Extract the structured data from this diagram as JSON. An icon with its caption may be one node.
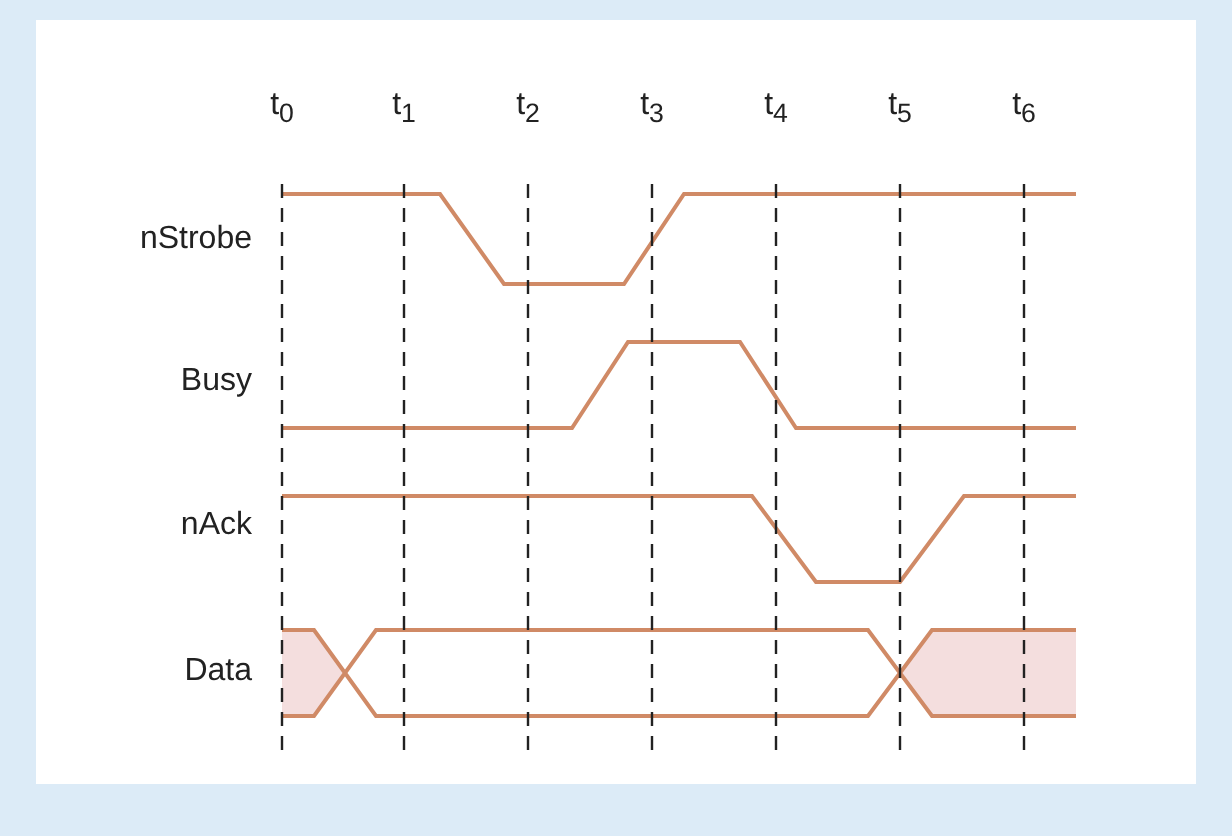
{
  "diagram": {
    "labels": [
      "t$_{0}$",
      "t$_{1}$",
      "t$_{2}$",
      "t$_{3}$",
      "t$_{4}$",
      "t$_{5}$",
      "t$_{6}$",
      "nStrobe",
      "Busy",
      "nAck",
      "Data"
    ]
  }
}
